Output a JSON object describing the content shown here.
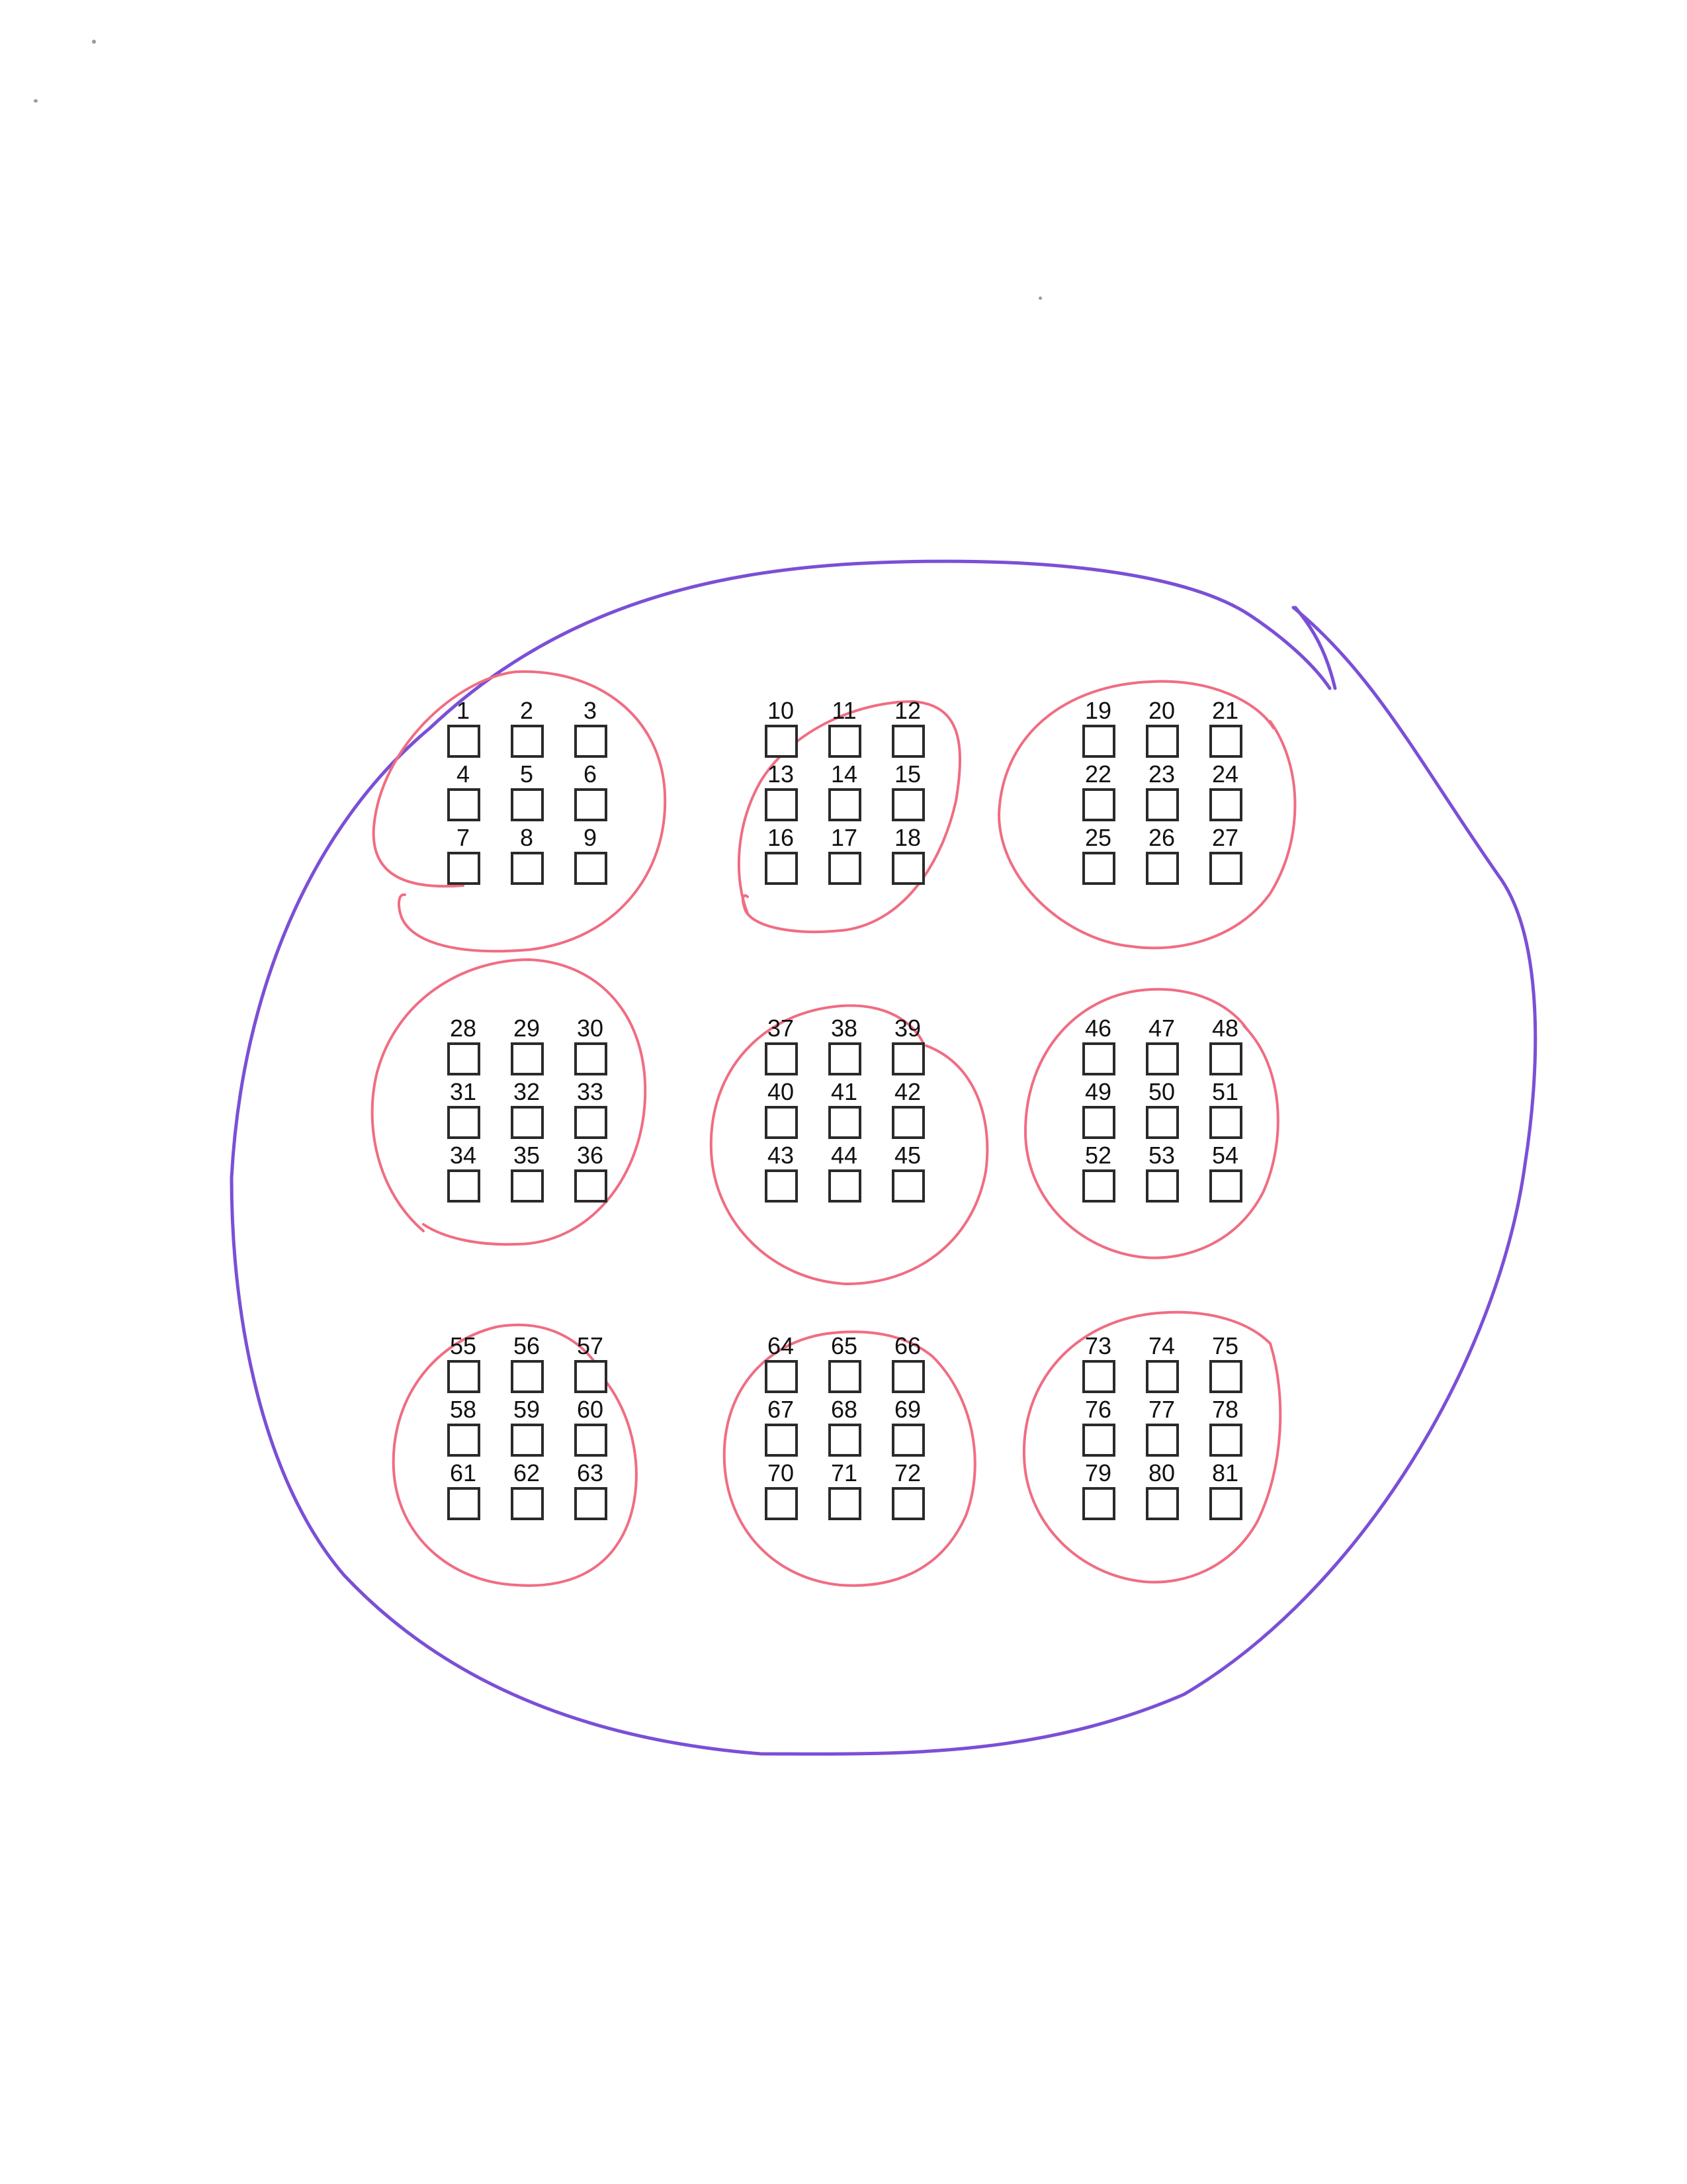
{
  "page": {
    "background": "#ffffff"
  },
  "annotation_colors": {
    "outer_circle": "#7b4fd6",
    "group_circles": "#f06d82",
    "checkbox_border": "#2a2a2a",
    "number_text": "#111111"
  },
  "groups": [
    {
      "cells": [
        "1",
        "2",
        "3",
        "4",
        "5",
        "6",
        "7",
        "8",
        "9"
      ]
    },
    {
      "cells": [
        "10",
        "11",
        "12",
        "13",
        "14",
        "15",
        "16",
        "17",
        "18"
      ]
    },
    {
      "cells": [
        "19",
        "20",
        "21",
        "22",
        "23",
        "24",
        "25",
        "26",
        "27"
      ]
    },
    {
      "cells": [
        "28",
        "29",
        "30",
        "31",
        "32",
        "33",
        "34",
        "35",
        "36"
      ]
    },
    {
      "cells": [
        "37",
        "38",
        "39",
        "40",
        "41",
        "42",
        "43",
        "44",
        "45"
      ]
    },
    {
      "cells": [
        "46",
        "47",
        "48",
        "49",
        "50",
        "51",
        "52",
        "53",
        "54"
      ]
    },
    {
      "cells": [
        "55",
        "56",
        "57",
        "58",
        "59",
        "60",
        "61",
        "62",
        "63"
      ]
    },
    {
      "cells": [
        "64",
        "65",
        "66",
        "67",
        "68",
        "69",
        "70",
        "71",
        "72"
      ]
    },
    {
      "cells": [
        "73",
        "74",
        "75",
        "76",
        "77",
        "78",
        "79",
        "80",
        "81"
      ]
    }
  ]
}
